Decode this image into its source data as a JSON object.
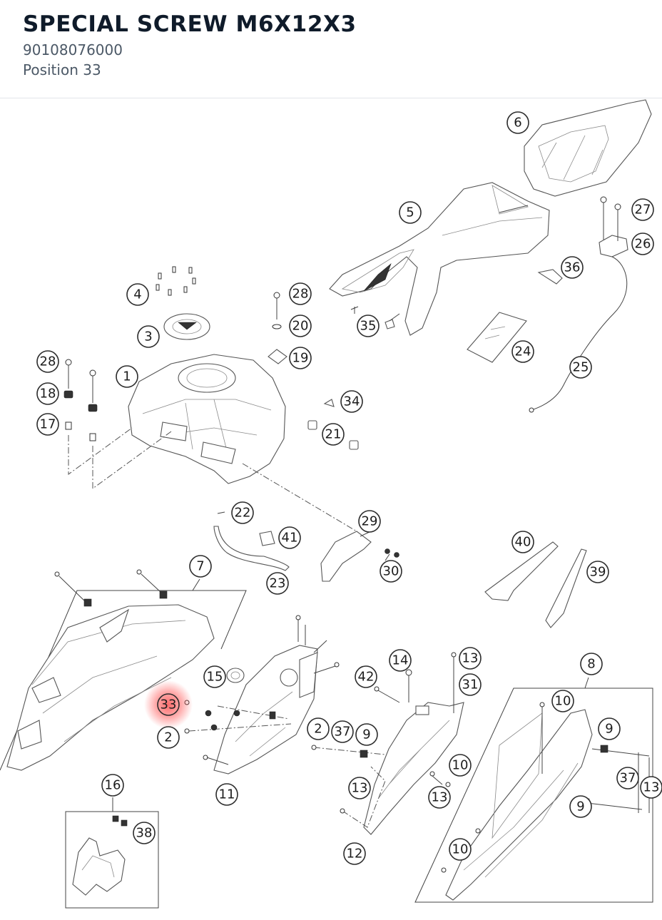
{
  "part": {
    "name": "SPECIAL SCREW M6X12X3",
    "number": "90108076000",
    "position": "Position 33"
  },
  "diagram": {
    "highlight_color": "#ff4a4a",
    "highlighted_callout": "33",
    "callouts": {
      "c1": "1",
      "c2a": "2",
      "c2b": "2",
      "c3": "3",
      "c4": "4",
      "c5": "5",
      "c6": "6",
      "c7": "7",
      "c8": "8",
      "c9a": "9",
      "c9b": "9",
      "c9c": "9",
      "c10a": "10",
      "c10b": "10",
      "c10c": "10",
      "c11": "11",
      "c12": "12",
      "c13a": "13",
      "c13b": "13",
      "c13c": "13",
      "c13d": "13",
      "c14": "14",
      "c15": "15",
      "c16": "16",
      "c17": "17",
      "c18": "18",
      "c19": "19",
      "c20": "20",
      "c21": "21",
      "c22": "22",
      "c23": "23",
      "c24": "24",
      "c25": "25",
      "c26": "26",
      "c27": "27",
      "c28a": "28",
      "c28b": "28",
      "c29": "29",
      "c30": "30",
      "c31": "31",
      "c33": "33",
      "c34": "34",
      "c35": "35",
      "c36": "36",
      "c37a": "37",
      "c37b": "37",
      "c38": "38",
      "c39": "39",
      "c40": "40",
      "c41": "41",
      "c42": "42"
    }
  }
}
